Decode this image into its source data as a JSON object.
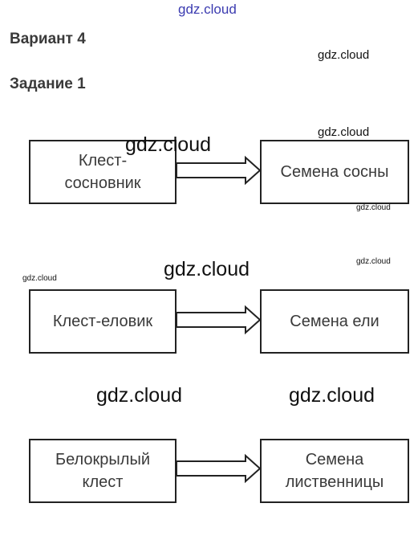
{
  "watermarks": {
    "top": "gdz.cloud",
    "w1": "gdz.cloud",
    "w2": "gdz.cloud",
    "w3": "gdz.cloud",
    "w4": "gdz.cloud",
    "w5": "gdz.cloud",
    "w6": "gdz.cloud",
    "w7": "gdz.cloud",
    "w8": "gdz.cloud",
    "w9": "gdz.cloud"
  },
  "variant": "Вариант 4",
  "task": "Задание 1",
  "diagrams": [
    {
      "from": "Клест-\nсосновник",
      "to": "Семена сосны"
    },
    {
      "from": "Клест-еловик",
      "to": "Семена ели"
    },
    {
      "from": "Белокрылый\nклест",
      "to": "Семена\nлиственницы"
    }
  ],
  "colors": {
    "border": "#222222",
    "text": "#3a3a3a",
    "watermark_top": "#3b3bb0"
  }
}
